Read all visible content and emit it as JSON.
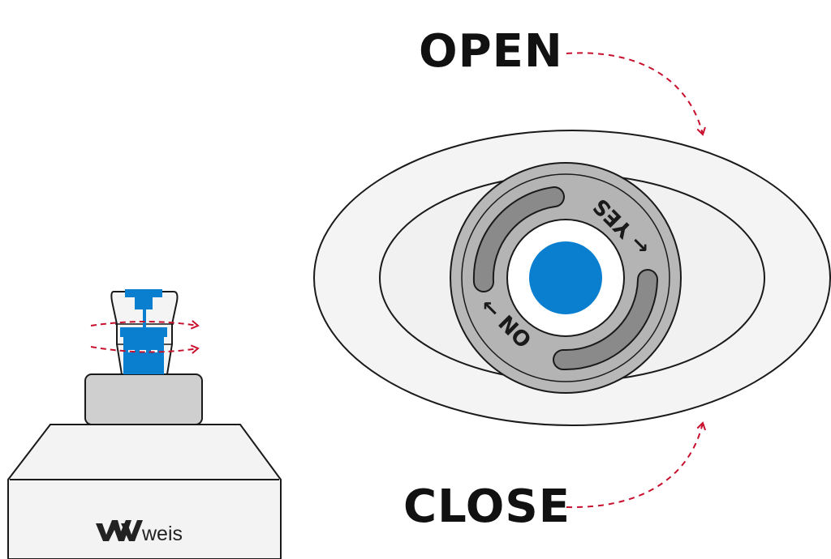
{
  "labels": {
    "open": "OPEN",
    "close": "CLOSE"
  },
  "dial": {
    "yes_text": "← YES",
    "no_text": "← NO"
  },
  "brand": {
    "name": "weis"
  },
  "colors": {
    "accent_blue": "#0a7fd0",
    "arrow_red": "#c8102e",
    "dial_grey": "#b4b4b4",
    "slot_grey": "#8a8a8a",
    "outline": "#1a1a1a"
  },
  "icons": [
    "dashed-curved-arrow",
    "rotation-arrow",
    "weis-logo-mark"
  ]
}
